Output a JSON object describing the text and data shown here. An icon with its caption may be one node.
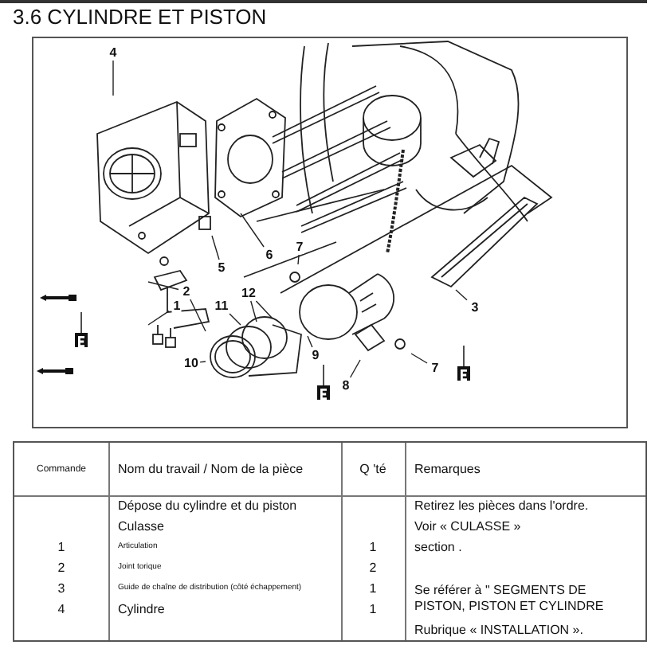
{
  "diagram": {
    "title": "3.6 CYLINDRE ET PISTON",
    "nodes": [
      {
        "text": [
          "4"
        ]
      },
      {
        "text": [
          "6"
        ]
      },
      {
        "text": [
          "5"
        ]
      },
      {
        "text": [
          "7"
        ]
      },
      {
        "text": [
          "2"
        ]
      },
      {
        "text": [
          "1"
        ]
      },
      {
        "text": [
          "12"
        ]
      },
      {
        "text": [
          "11"
        ]
      },
      {
        "text": [
          "10"
        ]
      },
      {
        "text": [
          "9"
        ]
      },
      {
        "text": [
          "8"
        ]
      },
      {
        "text": [
          "7"
        ]
      },
      {
        "text": [
          "3"
        ]
      }
    ],
    "edges": [
      {
        "from": 0,
        "to": null,
        "arrow": "none"
      },
      {
        "from": 1,
        "to": null,
        "arrow": "none"
      },
      {
        "from": 2,
        "to": null,
        "arrow": "none"
      },
      {
        "from": 3,
        "to": null,
        "arrow": "none"
      },
      {
        "from": 4,
        "to": null,
        "arrow": "none"
      },
      {
        "from": 4,
        "to": null,
        "arrow": "none"
      },
      {
        "from": 5,
        "to": null,
        "arrow": "none"
      },
      {
        "from": 6,
        "to": null,
        "arrow": "none"
      },
      {
        "from": 6,
        "to": null,
        "arrow": "none"
      },
      {
        "from": 7,
        "to": null,
        "arrow": "none"
      },
      {
        "from": 8,
        "to": null,
        "arrow": "none"
      },
      {
        "from": 9,
        "to": null,
        "arrow": "none"
      },
      {
        "from": 10,
        "to": null,
        "arrow": "none"
      },
      {
        "from": 11,
        "to": null,
        "arrow": "none"
      },
      {
        "from": 12,
        "to": null,
        "arrow": "none"
      }
    ],
    "labels": [
      "Commande",
      "Nom du travail / Nom de la pièce",
      "Q 'té",
      "Remarques",
      "Dépose du cylindre et du piston",
      "Retirez les pièces dans l'ordre.",
      "Culasse",
      "Voir « CULASSE »",
      "1",
      "Articulation",
      "1",
      "section .",
      "2",
      "Joint torique",
      "2",
      "3",
      "Guide de chaîne de distribution (côté échappement)",
      "1",
      "Se référer à \" SEGMENTS DE PISTON, PISTON ET CYLINDRE",
      "4",
      "Cylindre",
      "1",
      "Rubrique « INSTALLATION »."
    ]
  }
}
